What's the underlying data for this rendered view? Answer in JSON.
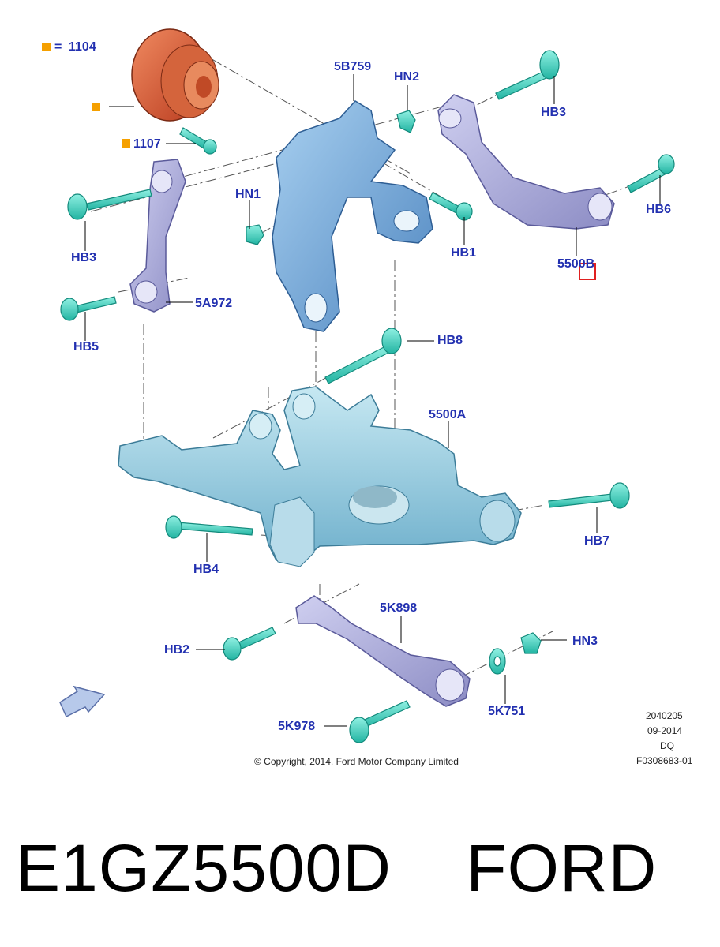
{
  "legend": {
    "symbol": "=",
    "part": "1104"
  },
  "colors": {
    "label": "#2230b0",
    "legend_marker": "#f5a000",
    "knuckle": "#7fb0dc",
    "lower_arm": "#9fcfe0",
    "link": "#a9a9d8",
    "fastener": "#3fd6c4",
    "hub": "#e0603c"
  },
  "labels": {
    "hub_id": "1104",
    "bolt_1107": "1107",
    "knuckle": "5B759",
    "nut_hn2": "HN2",
    "bolt_hb3_top": "HB3",
    "nut_hn1": "HN1",
    "bolt_hb3_left": "HB3",
    "bolt_hb1": "HB1",
    "bolt_hb6": "HB6",
    "upper_arm": "5500B",
    "toe_link": "5A972",
    "bolt_hb5": "HB5",
    "bolt_hb8": "HB8",
    "lower_arm": "5500A",
    "bolt_hb7": "HB7",
    "bolt_hb4": "HB4",
    "rear_link": "5K898",
    "bolt_hb2": "HB2",
    "nut_hn3": "HN3",
    "washer": "5K751",
    "bolt_5k978": "5K978"
  },
  "footer": {
    "copyright": "© Copyright, 2014, Ford Motor Company Limited",
    "code": "2040205",
    "date": "09-2014",
    "initials": "DQ",
    "figure": "F0308683-01"
  },
  "caption": {
    "part_number": "E1GZ5500D",
    "brand": "FORD"
  }
}
